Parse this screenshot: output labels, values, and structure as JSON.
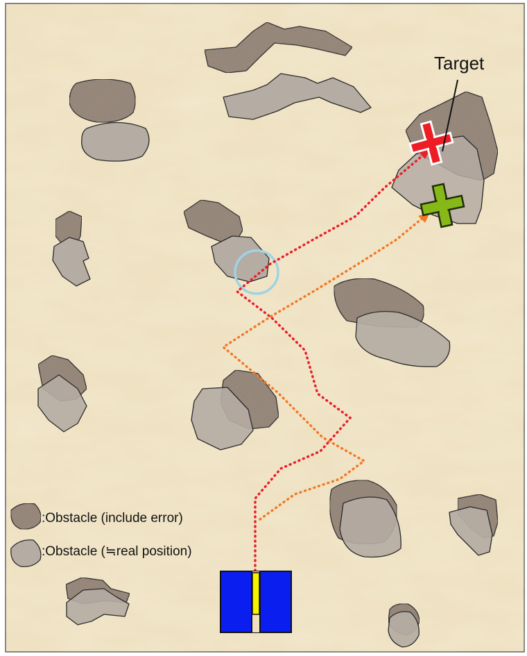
{
  "target_label": "Target",
  "legend": {
    "rough": ":Obstacle (include error)",
    "smooth": ":Obstacle (≒real position)"
  },
  "colors": {
    "sand": "#eee0bf",
    "rough_obstacle": "#9a8a7e",
    "smooth_obstacle": "#b5aca3",
    "path_red": "#e8202a",
    "path_orange": "#f07a28",
    "marker_red": "#ee1c24",
    "marker_green": "#86b817",
    "robot_body": "#0a1ef0",
    "robot_center": "#f4f400",
    "highlight_circle": "#9fd3e4"
  },
  "icons": [
    "red-cross-marker-icon",
    "green-cross-marker-icon",
    "robot-icon",
    "detection-circle-icon"
  ]
}
